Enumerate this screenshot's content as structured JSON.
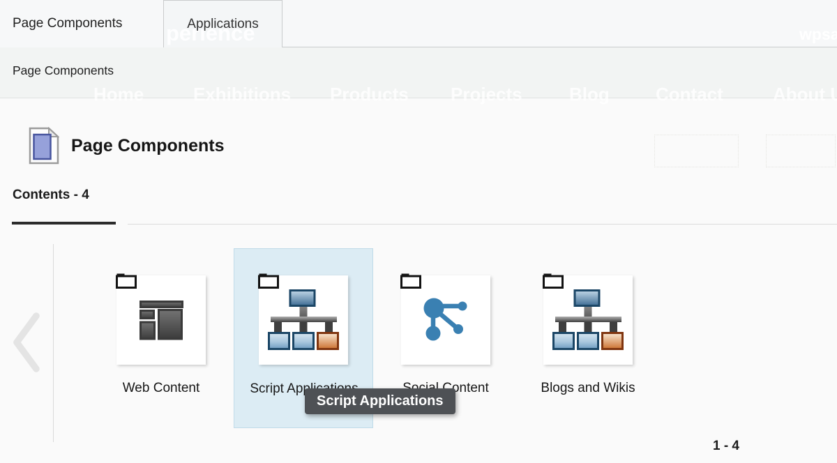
{
  "top_tabs": {
    "items": [
      {
        "label": "Page Components",
        "active": true
      },
      {
        "label": "Applications",
        "active": false
      }
    ]
  },
  "breadcrumb": {
    "label": "Page Components"
  },
  "ghost_background": {
    "brand_fragment": "perience",
    "user_fragment": "wpsa",
    "nav_items": [
      "Home",
      "Exhibitions",
      "Products",
      "Projects",
      "Blog",
      "Contact",
      "About Us"
    ]
  },
  "panel": {
    "title": "Page Components",
    "icon": "page-icon"
  },
  "section_tabs": {
    "items": [
      {
        "label": "Contents - 4",
        "active": true
      }
    ]
  },
  "catalog": {
    "prev_control": "chevron-left-icon",
    "items": [
      {
        "label": "Web Content",
        "icon": "web-layout-icon",
        "selected": false
      },
      {
        "label": "Script Applications",
        "icon": "hierarchy-icon",
        "selected": true
      },
      {
        "label": "Social Content",
        "icon": "social-share-icon",
        "selected": false
      },
      {
        "label": "Blogs and Wikis",
        "icon": "hierarchy-icon",
        "selected": false
      }
    ],
    "pagination": "1 - 4"
  },
  "tooltip": {
    "text": "Script Applications"
  },
  "colors": {
    "selection_bg": "#dcecf4",
    "selection_border": "#c0dbe8",
    "tooltip_bg": "#4e5155",
    "icon_blue": "#3a80b2",
    "icon_orange": "#cc7231",
    "icon_purple": "#96a1da",
    "active_underline": "#2b2b2b"
  }
}
